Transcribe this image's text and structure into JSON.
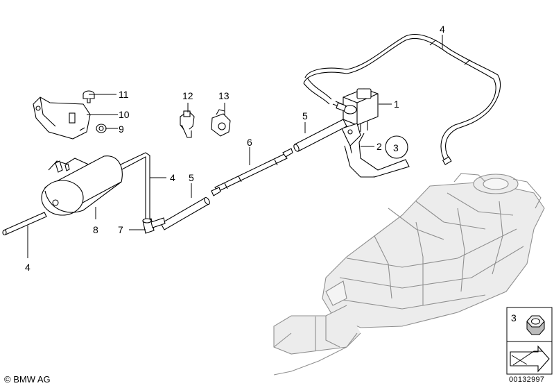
{
  "callouts": {
    "p1": "1",
    "p2": "2",
    "p3": "3",
    "p4a": "4",
    "p4b": "4",
    "p4c": "4",
    "p5a": "5",
    "p5b": "5",
    "p6": "6",
    "p7": "7",
    "p8": "8",
    "p9": "9",
    "p10": "10",
    "p11": "11",
    "p12": "12",
    "p13": "13"
  },
  "legend": {
    "item_number": "3"
  },
  "footer": {
    "copyright": "© BMW AG",
    "document_id": "00132997"
  },
  "colors": {
    "line": "#000000",
    "ghost": "#9a9a9a",
    "ghost_fill": "#e8e8e8",
    "background": "#ffffff"
  }
}
